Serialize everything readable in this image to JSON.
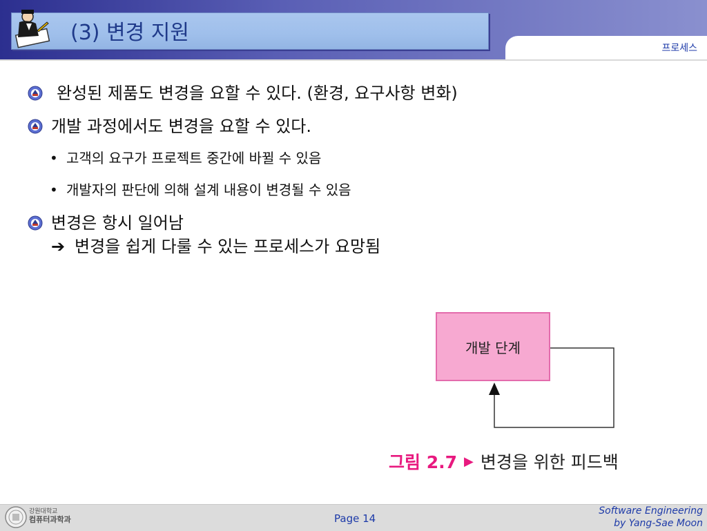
{
  "header": {
    "title": "(3) 변경 지원",
    "section": "프로세스"
  },
  "bullets": [
    {
      "text": "완성된 제품도 변경을 요할 수 있다. (환경, 요구사항 변화)"
    },
    {
      "text": "개발 과정에서도 변경을 요할 수 있다.",
      "sub": [
        "고객의 요구가 프로젝트 중간에 바뀔 수 있음",
        "개발자의 판단에 의해 설계 내용이 변경될 수 있음"
      ]
    },
    {
      "text": "변경은 항시 일어남",
      "line2": "변경을 쉽게 다룰 수 있는 프로세스가 요망됨"
    }
  ],
  "figure": {
    "box_label": "개발 단계",
    "caption_number": "그림 2.7",
    "caption_text": "변경을 위한 피드백"
  },
  "footer": {
    "dept_line1": "강원대학교",
    "dept_line2": "컴퓨터과학과",
    "page": "Page 14",
    "credit_line1": "Software Engineering",
    "credit_line2": "by Yang-Sae Moon"
  },
  "colors": {
    "title_text": "#1f3a8a",
    "accent_pink": "#e8197f",
    "box_fill": "#f7a9d1"
  }
}
